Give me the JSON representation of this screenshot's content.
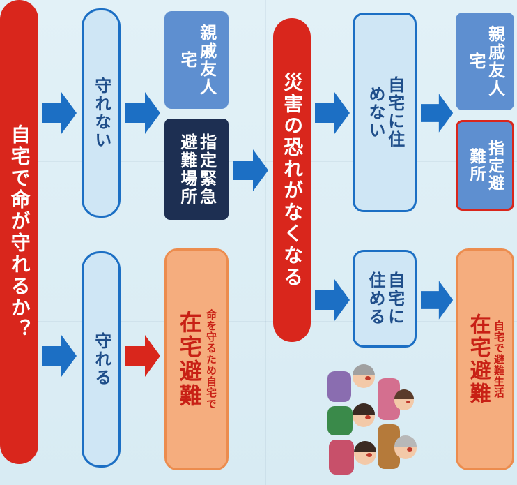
{
  "top_question": "自宅で命が守れるか？",
  "left_branch": {
    "label": "守れる",
    "result_small": "命を守るため自宅で",
    "result_big": "在宅避難"
  },
  "right_branch": {
    "label": "守れない",
    "shelter": "指定緊急避難場所",
    "relatives": "親戚友人宅"
  },
  "middle_question": "災害の恐れがなくなる",
  "can_live": {
    "label": "自宅に住める",
    "result_small": "自宅で避難生活",
    "result_big": "在宅避難"
  },
  "cannot_live": {
    "label": "自宅に住めない",
    "shelter": "指定避難所",
    "relatives": "親戚友人宅"
  },
  "colors": {
    "red": "#d9261c",
    "blue_arrow": "#1c6fc4",
    "navy": "#1d2f52",
    "box_blue": "#5e8fd0",
    "orange": "#f5ad7e"
  }
}
